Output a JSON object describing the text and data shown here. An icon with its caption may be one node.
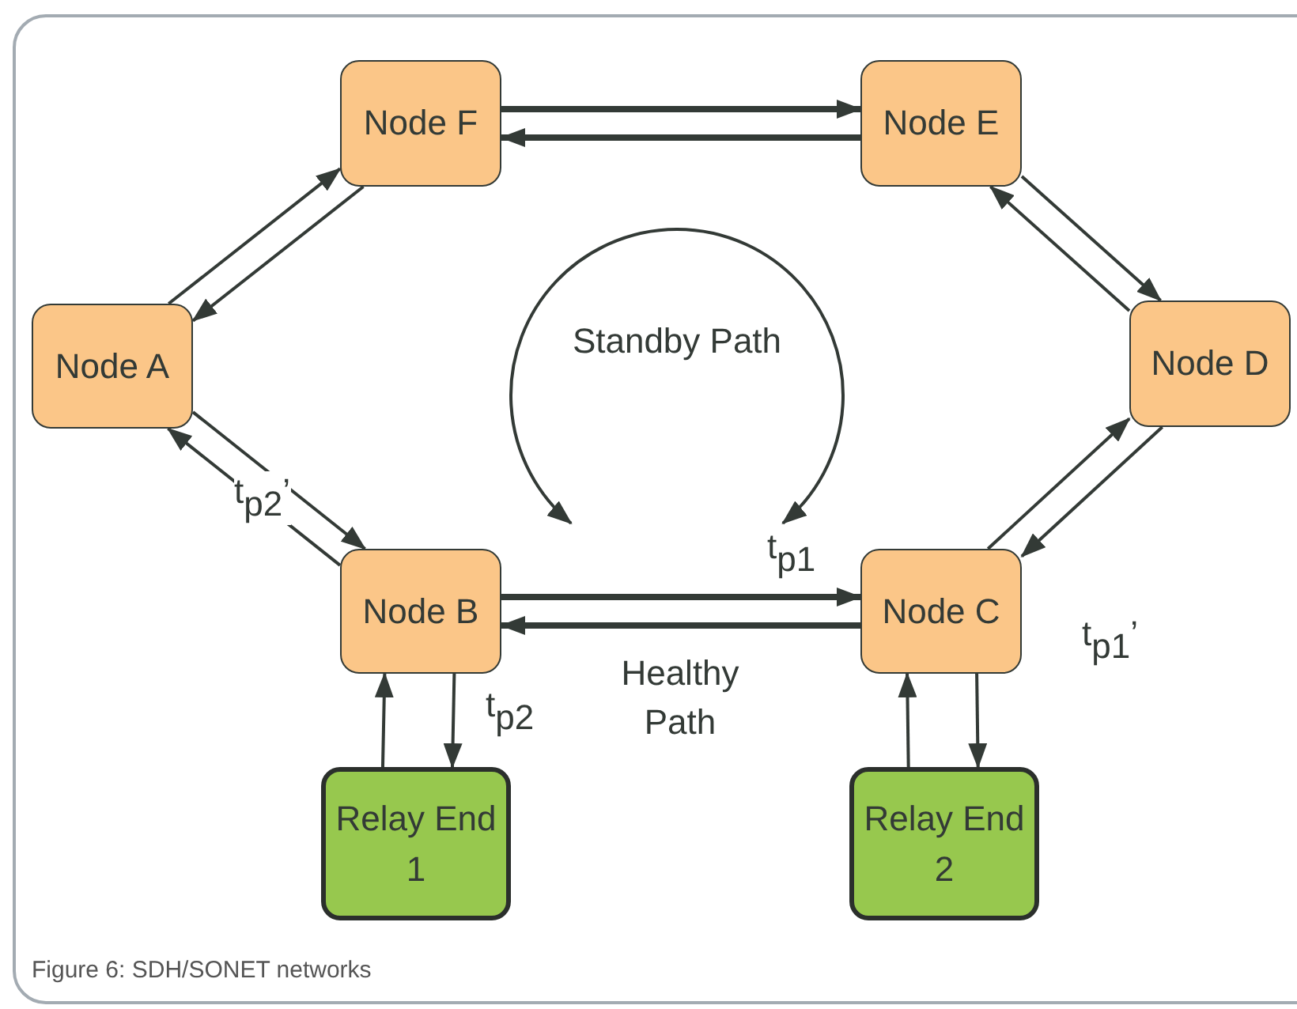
{
  "diagram": {
    "caption": "Figure 6: SDH/SONET networks",
    "nodes": [
      {
        "text": [
          "Node F"
        ]
      },
      {
        "text": [
          "Node E"
        ]
      },
      {
        "text": [
          "Node A"
        ]
      },
      {
        "text": [
          "Node D"
        ]
      },
      {
        "text": [
          "Node B"
        ]
      },
      {
        "text": [
          "Node C"
        ]
      },
      {
        "text": [
          "Relay End 1"
        ]
      },
      {
        "text": [
          "Relay End 2"
        ]
      }
    ],
    "edges": [
      {
        "from": 2,
        "to": 0,
        "arrow": "to"
      },
      {
        "from": 0,
        "to": 2,
        "arrow": "to"
      },
      {
        "from": 0,
        "to": 1,
        "arrow": "to",
        "style": "thick"
      },
      {
        "from": 1,
        "to": 0,
        "arrow": "to",
        "style": "thick"
      },
      {
        "from": 1,
        "to": 3,
        "arrow": "to"
      },
      {
        "from": 3,
        "to": 1,
        "arrow": "to"
      },
      {
        "from": 2,
        "to": 4,
        "arrow": "to",
        "label": "t$_{p2}$’"
      },
      {
        "from": 4,
        "to": 2,
        "arrow": "to"
      },
      {
        "from": 4,
        "to": 5,
        "arrow": "to",
        "style": "thick",
        "label": "t$_{p1}$"
      },
      {
        "from": 5,
        "to": 4,
        "arrow": "to",
        "style": "thick",
        "label": "Healthy Path"
      },
      {
        "from": 5,
        "to": 3,
        "arrow": "to"
      },
      {
        "from": 3,
        "to": 5,
        "arrow": "to",
        "label": "t$_{p1}$’"
      },
      {
        "from": 6,
        "to": 4,
        "arrow": "to"
      },
      {
        "from": 4,
        "to": 6,
        "arrow": "to",
        "label": "t$_{p2}$"
      },
      {
        "from": 7,
        "to": 5,
        "arrow": "to"
      },
      {
        "from": 5,
        "to": 7,
        "arrow": "to"
      }
    ],
    "labels": [
      "Standby Path"
    ]
  }
}
